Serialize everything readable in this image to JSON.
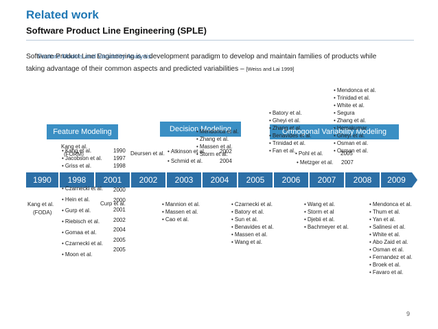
{
  "slide": {
    "title": "Related work",
    "subtitle": "Software Product Line Engineering (SPLE)",
    "intro_line1": "Software Product Line Engineering is a development paradigm to develop and maintain families of products while",
    "intro_line2": "taking advantage of their common aspects and predicted variabilities –",
    "intro_citation": "[Weiss and Lai 1999]",
    "overlap_text": "Feature Models and Variability Analysis",
    "page_number": "9"
  },
  "bands": {
    "feature_modeling": "Feature Modeling",
    "decision_modeling": "Decision Modeling",
    "ovm": "Orthogonal Variability Modeling"
  },
  "timeline": [
    "1990",
    "1998",
    "2001",
    "2002",
    "2003",
    "2004",
    "2005",
    "2006",
    "2007",
    "2008",
    "2009"
  ],
  "colors": {
    "title": "#1f77b4",
    "band": "#3b8fc4",
    "timeline": "#2c6fa6"
  },
  "above": {
    "kang_fm": "Kang et al.",
    "kang_form": "(FORM)",
    "fm_list": [
      "Kang et al.",
      "Jacobson et al.",
      "Griss et al.",
      "Czarnecki et al.",
      "Hein et al.",
      "Gurp et al.",
      "Riebisch et al.",
      "Gomaa et al.",
      "Czarnecki et al.",
      "Moon et al."
    ],
    "fm_years": [
      "1990",
      "1997",
      "1998",
      "2000",
      "2000",
      "2001",
      "2002",
      "2004",
      "2005",
      "2005"
    ],
    "curp": "Curp et al.",
    "deursen": "Deursen et al.",
    "atkinson": "Atkinson et al.",
    "schmid": "Schmid et al.",
    "atkinson_year": "2002",
    "schmid_year": "2004",
    "dm_list": [
      "Mendonca et al.",
      "Zhang et al.",
      "Massen et al.",
      "Storm et al."
    ],
    "b2006": [
      "Batory et al.",
      "Gheyi et al.",
      "Zhang et al.",
      "Benavides et al.",
      "Trinidad et al.",
      "Fan et al."
    ],
    "pohl": "Pohl et al.",
    "pohl_year": "2005",
    "metzger": "Metzger et al.",
    "metzger_year": "2007",
    "b2009": [
      "Mendonca et al.",
      "Trinidad et al.",
      "White et al.",
      "Segura",
      "Zhang et al.",
      "Hemakumar",
      "Gheyi et al.",
      "Osman et al.",
      "Osman et al."
    ]
  },
  "below": {
    "kang_foda": "Kang et al.",
    "foda": "(FODA)",
    "col2003": [
      "Mannion et al.",
      "Massen et al.",
      "Cao et al."
    ],
    "col2005": [
      "Czarnecki et al.",
      "Batory et al.",
      "Sun et al.",
      "Benavides et al.",
      "Massen et al.",
      "Wang et al."
    ],
    "col2007": [
      "Wang et al.",
      "Storm et al",
      "Djebii et al.",
      "Bachmeyer et al."
    ],
    "col2009": [
      "Mendonca et al.",
      "Thum et al.",
      "Yan et al.",
      "Salinesi et al.",
      "White et al.",
      "Abo Zaid et al.",
      "Osman et al.",
      "Fernandez et al.",
      "Broek et al.",
      "Favaro et al."
    ]
  }
}
